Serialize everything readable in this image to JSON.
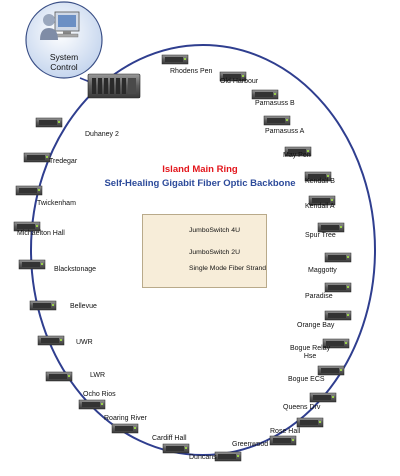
{
  "diagram": {
    "title": "Island Main Ring",
    "subtitle": "Self-Healing Gigabit Fiber Optic Backbone",
    "system_control": "System Control",
    "legend": {
      "switch_4u": "JumboSwitch 4U",
      "switch_2u": "JumboSwitch 2U",
      "fiber": "Single Mode Fiber Strand"
    },
    "colors": {
      "ring": "#2f3e8f",
      "title": "#e3161c",
      "subtitle": "#2c4a9a",
      "legend_bg": "#f7edd9"
    },
    "nodes": [
      "Rhodens Pen",
      "Old Harbour",
      "Parnasuss B",
      "Parnasuss A",
      "May Pen",
      "Kendall B",
      "Kendall A",
      "Spur Tree",
      "Maggotty",
      "Paradise",
      "Orange Bay",
      "Bogue Relay Hse",
      "Bogue ECS",
      "Queens Drv",
      "Rose Hall",
      "Greenwood",
      "Duncans",
      "Cardiff Hall",
      "Roaring River",
      "Ocho Rios",
      "LWR",
      "UWR",
      "Bellevue",
      "Blackstonage",
      "Michaelton Hall",
      "Twickenham",
      "Tredegar",
      "Duhaney 2"
    ]
  }
}
